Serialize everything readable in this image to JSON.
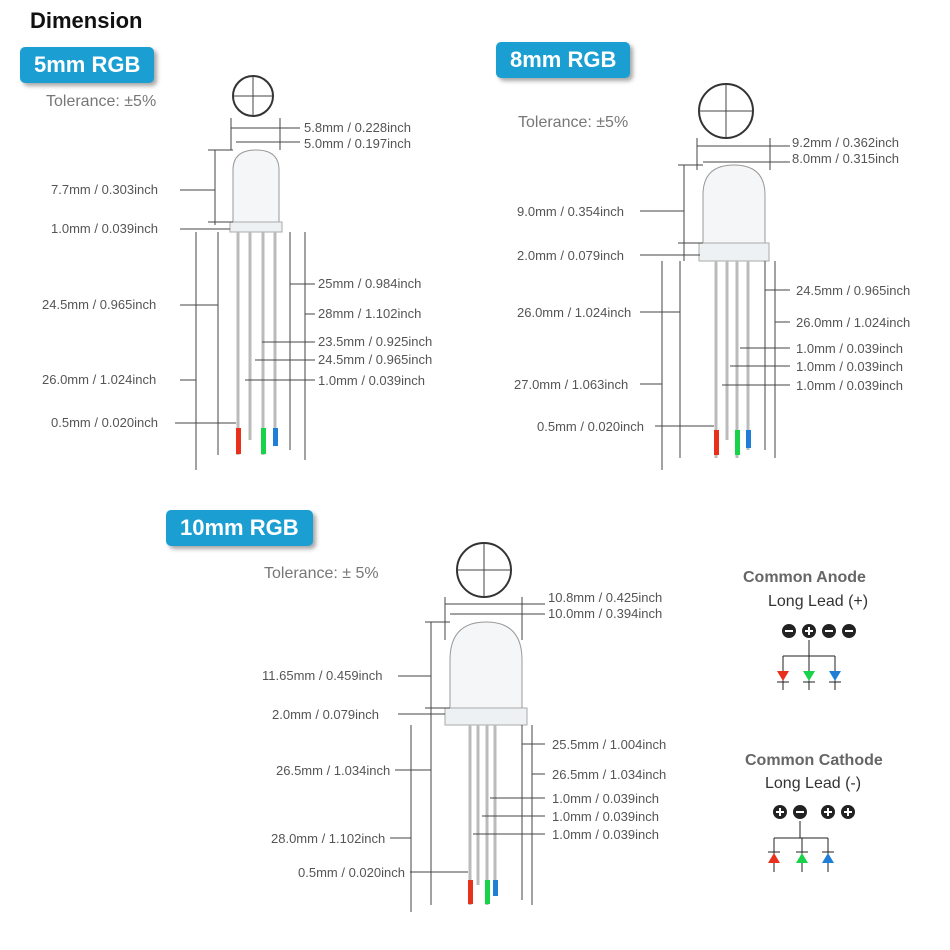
{
  "title": "Dimension",
  "led5": {
    "badge": "5mm RGB",
    "tolerance": "Tolerance: ±5%",
    "dims": {
      "d1": "5.8mm / 0.228inch",
      "d2": "5.0mm / 0.197inch",
      "h1": "7.7mm / 0.303inch",
      "h2": "1.0mm / 0.039inch",
      "l1": "24.5mm / 0.965inch",
      "l2": "26.0mm / 1.024inch",
      "l3": "0.5mm / 0.020inch",
      "r1": "25mm / 0.984inch",
      "r2": "28mm / 1.102inch",
      "r3": "23.5mm / 0.925inch",
      "r4": "24.5mm / 0.965inch",
      "r5": "1.0mm / 0.039inch"
    }
  },
  "led8": {
    "badge": "8mm RGB",
    "tolerance": "Tolerance: ±5%",
    "dims": {
      "d1": "9.2mm / 0.362inch",
      "d2": "8.0mm / 0.315inch",
      "h1": "9.0mm / 0.354inch",
      "h2": "2.0mm / 0.079inch",
      "l1": "26.0mm / 1.024inch",
      "l2": "27.0mm / 1.063inch",
      "l3": "0.5mm / 0.020inch",
      "r1": "24.5mm / 0.965inch",
      "r2": "26.0mm / 1.024inch",
      "r3": "1.0mm / 0.039inch",
      "r4": "1.0mm / 0.039inch",
      "r5": "1.0mm / 0.039inch"
    }
  },
  "led10": {
    "badge": "10mm RGB",
    "tolerance": "Tolerance: ± 5%",
    "dims": {
      "d1": "10.8mm / 0.425inch",
      "d2": "10.0mm / 0.394inch",
      "h1": "11.65mm / 0.459inch",
      "h2": "2.0mm / 0.079inch",
      "l1": "26.5mm / 1.034inch",
      "l2": "28.0mm / 1.102inch",
      "l3": "0.5mm / 0.020inch",
      "r1": "25.5mm / 1.004inch",
      "r2": "26.5mm / 1.034inch",
      "r3": "1.0mm / 0.039inch",
      "r4": "1.0mm / 0.039inch",
      "r5": "1.0mm / 0.039inch"
    }
  },
  "legend": {
    "anode_title": "Common Anode",
    "anode_sub": "Long Lead (+)",
    "cathode_title": "Common Cathode",
    "cathode_sub": "Long Lead (-)"
  },
  "colors": {
    "badge": "#1b9fd2",
    "red": "#e8301c",
    "green": "#18d24a",
    "blue": "#1f7fd8"
  }
}
